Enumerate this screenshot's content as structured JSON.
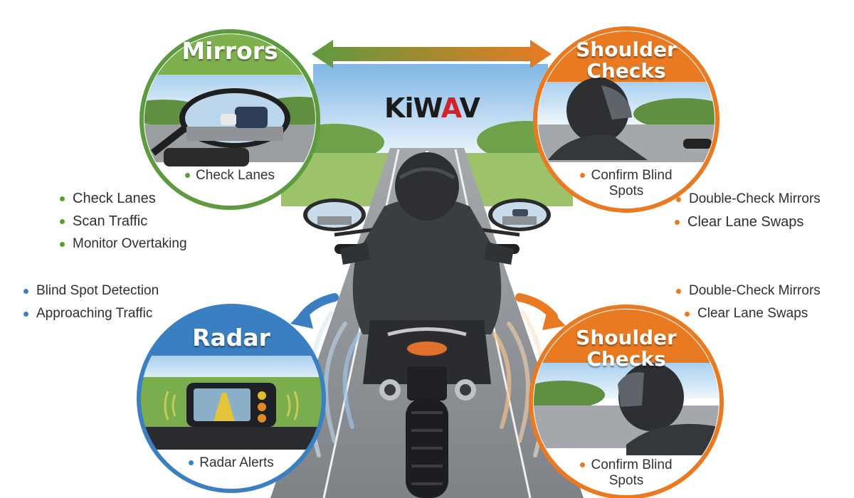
{
  "brand": {
    "name_main": "KiW",
    "name_accent": "A",
    "name_end": "V"
  },
  "colors": {
    "green": "#5e9a3f",
    "orange": "#ea7a22",
    "blue": "#3a7fc1",
    "road": "#8e9196"
  },
  "mirrors": {
    "title": "Mirrors",
    "caption": "Check Lanes",
    "bullets": [
      "Check Lanes",
      "Scan Traffic",
      "Monitor Overtaking"
    ]
  },
  "shoulder_top": {
    "title_line1": "Shoulder",
    "title_line2": "Checks",
    "caption_line1": "Confirm Blind",
    "caption_line2": "Spots",
    "bullets": [
      "Double-Check Mirrors",
      "Clear Lane Swaps"
    ]
  },
  "radar": {
    "title": "Radar",
    "caption": "Radar Alerts",
    "bullets": [
      "Blind Spot Detection",
      "Approaching Traffic"
    ]
  },
  "shoulder_bottom": {
    "title_line1": "Shoulder",
    "title_line2": "Checks",
    "caption_line1": "Confirm Blind",
    "caption_line2": "Spots",
    "bullets": [
      "Double-Check Mirrors",
      "Clear Lane Swaps"
    ]
  }
}
